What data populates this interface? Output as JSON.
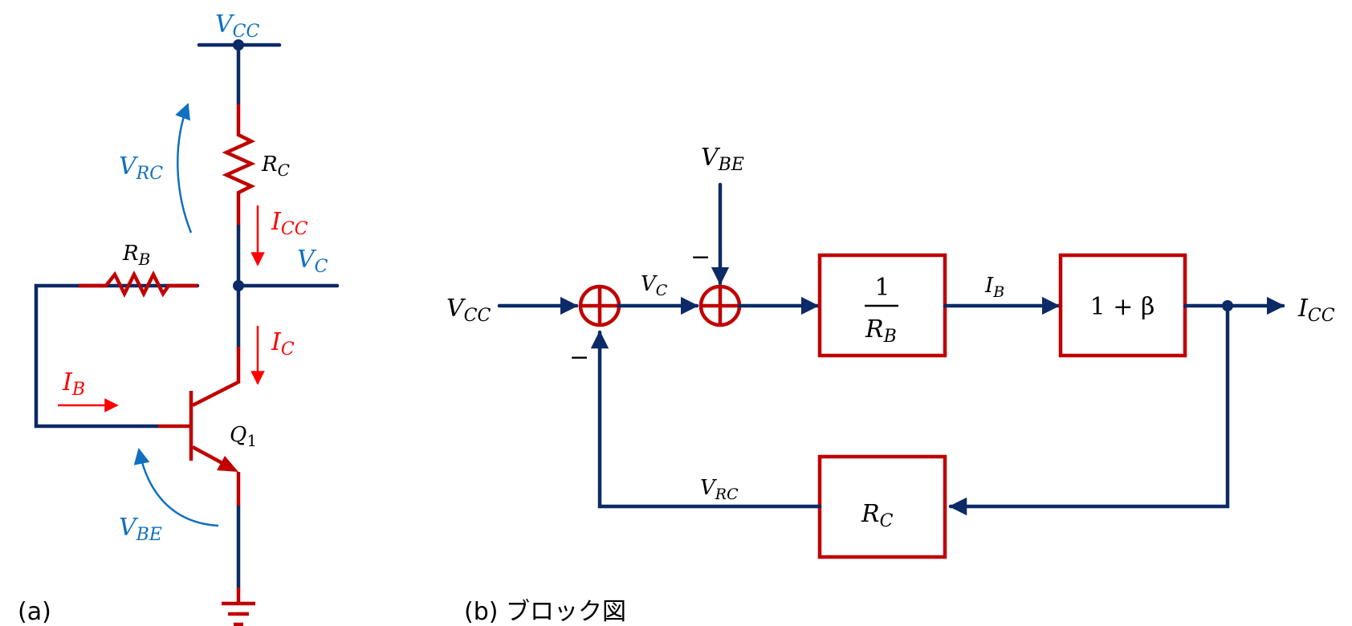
{
  "colors": {
    "wire": "#0c2a66",
    "component": "#c00000",
    "current": "#ff0000",
    "voltage": "#1070c0",
    "text": "#000000"
  },
  "circuit": {
    "caption": "(a)",
    "supply": {
      "main": "V",
      "sub": "CC"
    },
    "rc_label": {
      "main": "R",
      "sub": "C"
    },
    "rb_label": {
      "main": "R",
      "sub": "B"
    },
    "vrc_label": {
      "main": "V",
      "sub": "RC"
    },
    "vc_label": {
      "main": "V",
      "sub": "C"
    },
    "icc_label": {
      "main": "I",
      "sub": "CC"
    },
    "ic_label": {
      "main": "I",
      "sub": "C"
    },
    "ib_label": {
      "main": "I",
      "sub": "B"
    },
    "vbe_label": {
      "main": "V",
      "sub": "BE"
    },
    "q1_label": {
      "main": "Q",
      "sub": "1"
    }
  },
  "block_diagram": {
    "caption": "(b)  ブロック図",
    "input": {
      "main": "V",
      "sub": "CC"
    },
    "vc_signal": {
      "main": "V",
      "sub": "C"
    },
    "vbe_input": {
      "main": "V",
      "sub": "BE"
    },
    "minus_sign": "−",
    "block_rb": {
      "numerator": "1",
      "den_main": "R",
      "den_sub": "B"
    },
    "ib_signal": {
      "main": "I",
      "sub": "B"
    },
    "block_gain": "1 + β",
    "output": {
      "main": "I",
      "sub": "CC"
    },
    "vrc_signal": {
      "main": "V",
      "sub": "RC"
    },
    "block_rc": {
      "main": "R",
      "sub": "C"
    }
  }
}
